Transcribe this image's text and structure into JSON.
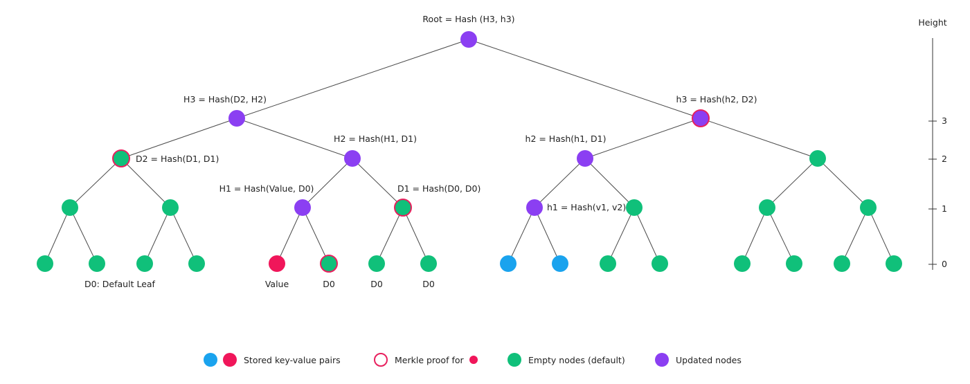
{
  "colors": {
    "updated": "#8b3ff2",
    "empty": "#10c07a",
    "stored_blue": "#1aa3ee",
    "stored_red": "#f0165a",
    "proof_ring": "#e8205e"
  },
  "nodes": {
    "root_label": "Root = Hash (H3, h3)",
    "h3_upper_label": "H3 = Hash(D2, H2)",
    "h3_lower_label": "h3 = Hash(h2, D2)",
    "d2_label": "D2 = Hash(D1, D1)",
    "h2_upper_label": "H2 = Hash(H1, D1)",
    "h2_lower_label": "h2 = Hash(h1, D1)",
    "h1_upper_label": "H1 = Hash(Value, D0)",
    "d1_label": "D1 = Hash(D0, D0)",
    "h1_lower_label": "h1 = Hash(v1, v2)"
  },
  "leaves": {
    "default_leaf_label": "D0: Default Leaf",
    "value_label": "Value",
    "d0_a": "D0",
    "d0_b": "D0",
    "d0_c": "D0"
  },
  "height_axis": {
    "title": "Height",
    "ticks": [
      "3",
      "2",
      "1",
      "0"
    ]
  },
  "legend": {
    "stored": "Stored key-value pairs",
    "merkle": "Merkle proof for",
    "empty": "Empty nodes (default)",
    "updated": "Updated nodes"
  }
}
